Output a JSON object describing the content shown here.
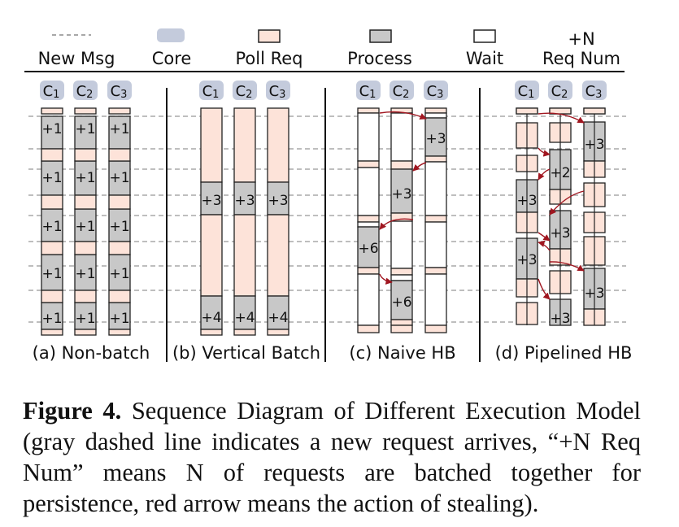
{
  "legend": {
    "new_msg": "New Msg",
    "core": "Core",
    "poll_req": "Poll Req",
    "process": "Process",
    "wait": "Wait",
    "req_num_top": "+N",
    "req_num_bottom": "Req Num"
  },
  "core_labels": [
    "C1",
    "C2",
    "C3"
  ],
  "panels": [
    {
      "label": "(a) Non-batch",
      "batches": [
        "+1",
        "+1",
        "+1",
        "+1",
        "+1"
      ]
    },
    {
      "label": "(b) Vertical Batch",
      "batches": [
        "+3",
        "+4"
      ]
    },
    {
      "label": "(c) Naive HB",
      "batches": [
        "+3",
        "+3",
        "+6",
        "+6"
      ]
    },
    {
      "label": "(d) Pipelined HB",
      "batches": [
        "+3",
        "+2",
        "+3",
        "+3",
        "+3",
        "+3",
        "+3"
      ]
    }
  ],
  "caption": {
    "figure": "Figure 4.",
    "text": "Sequence Diagram of Different Execution Model (gray dashed line indicates a new request arrives, “+N Req Num” means N of requests are batched together for persistence, red arrow means the action of stealing)."
  },
  "colors": {
    "core": "#c4cbdc",
    "poll": "#fde3d9",
    "process": "#c8c8c8",
    "wait": "#ffffff",
    "arrow": "#a01620",
    "dash": "#a8a8a8"
  }
}
